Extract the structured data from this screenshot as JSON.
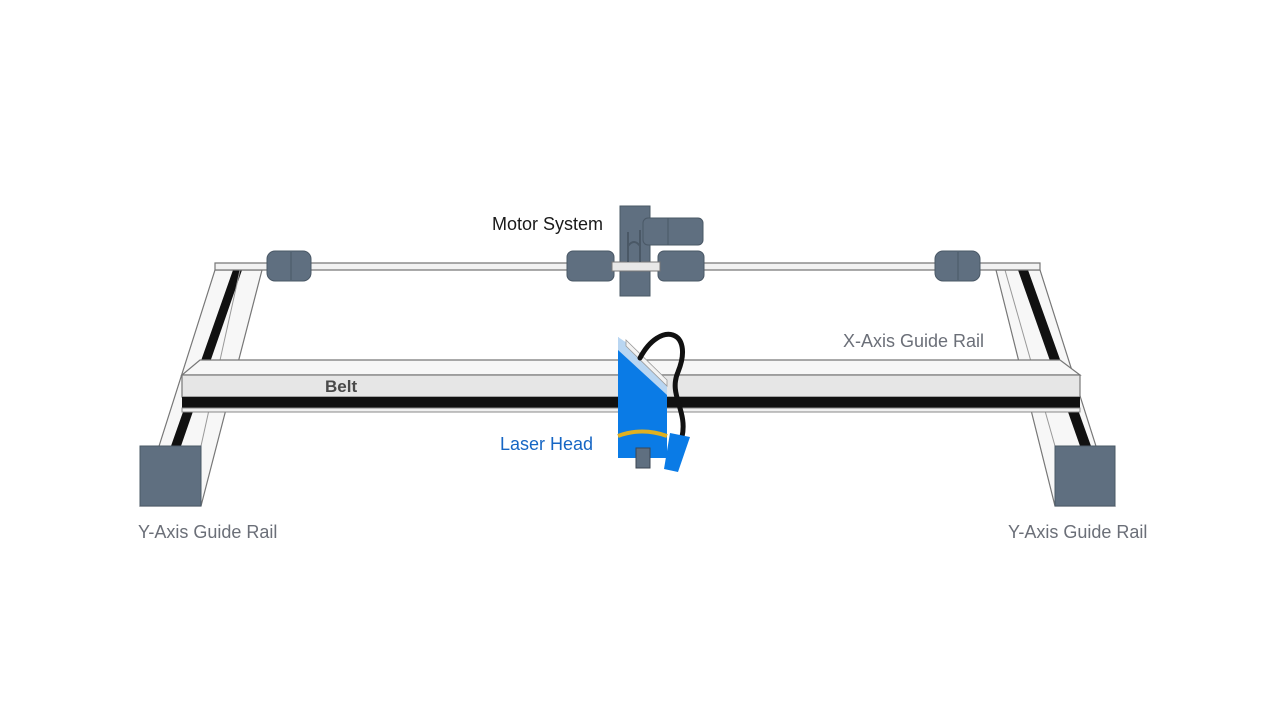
{
  "labels": {
    "motor_system": "Motor System",
    "x_axis_rail": "X-Axis Guide Rail",
    "belt": "Belt",
    "laser_head": "Laser Head",
    "y_axis_rail_left": "Y-Axis Guide Rail",
    "y_axis_rail_right": "Y-Axis Guide Rail"
  },
  "colors": {
    "motor": "#5f6f80",
    "rail_outline": "#777777",
    "belt": "#111111",
    "laser_body": "#0a7be6",
    "laser_band": "#e0b020",
    "label_gray": "#6b6f78",
    "label_blue": "#1666c4"
  }
}
